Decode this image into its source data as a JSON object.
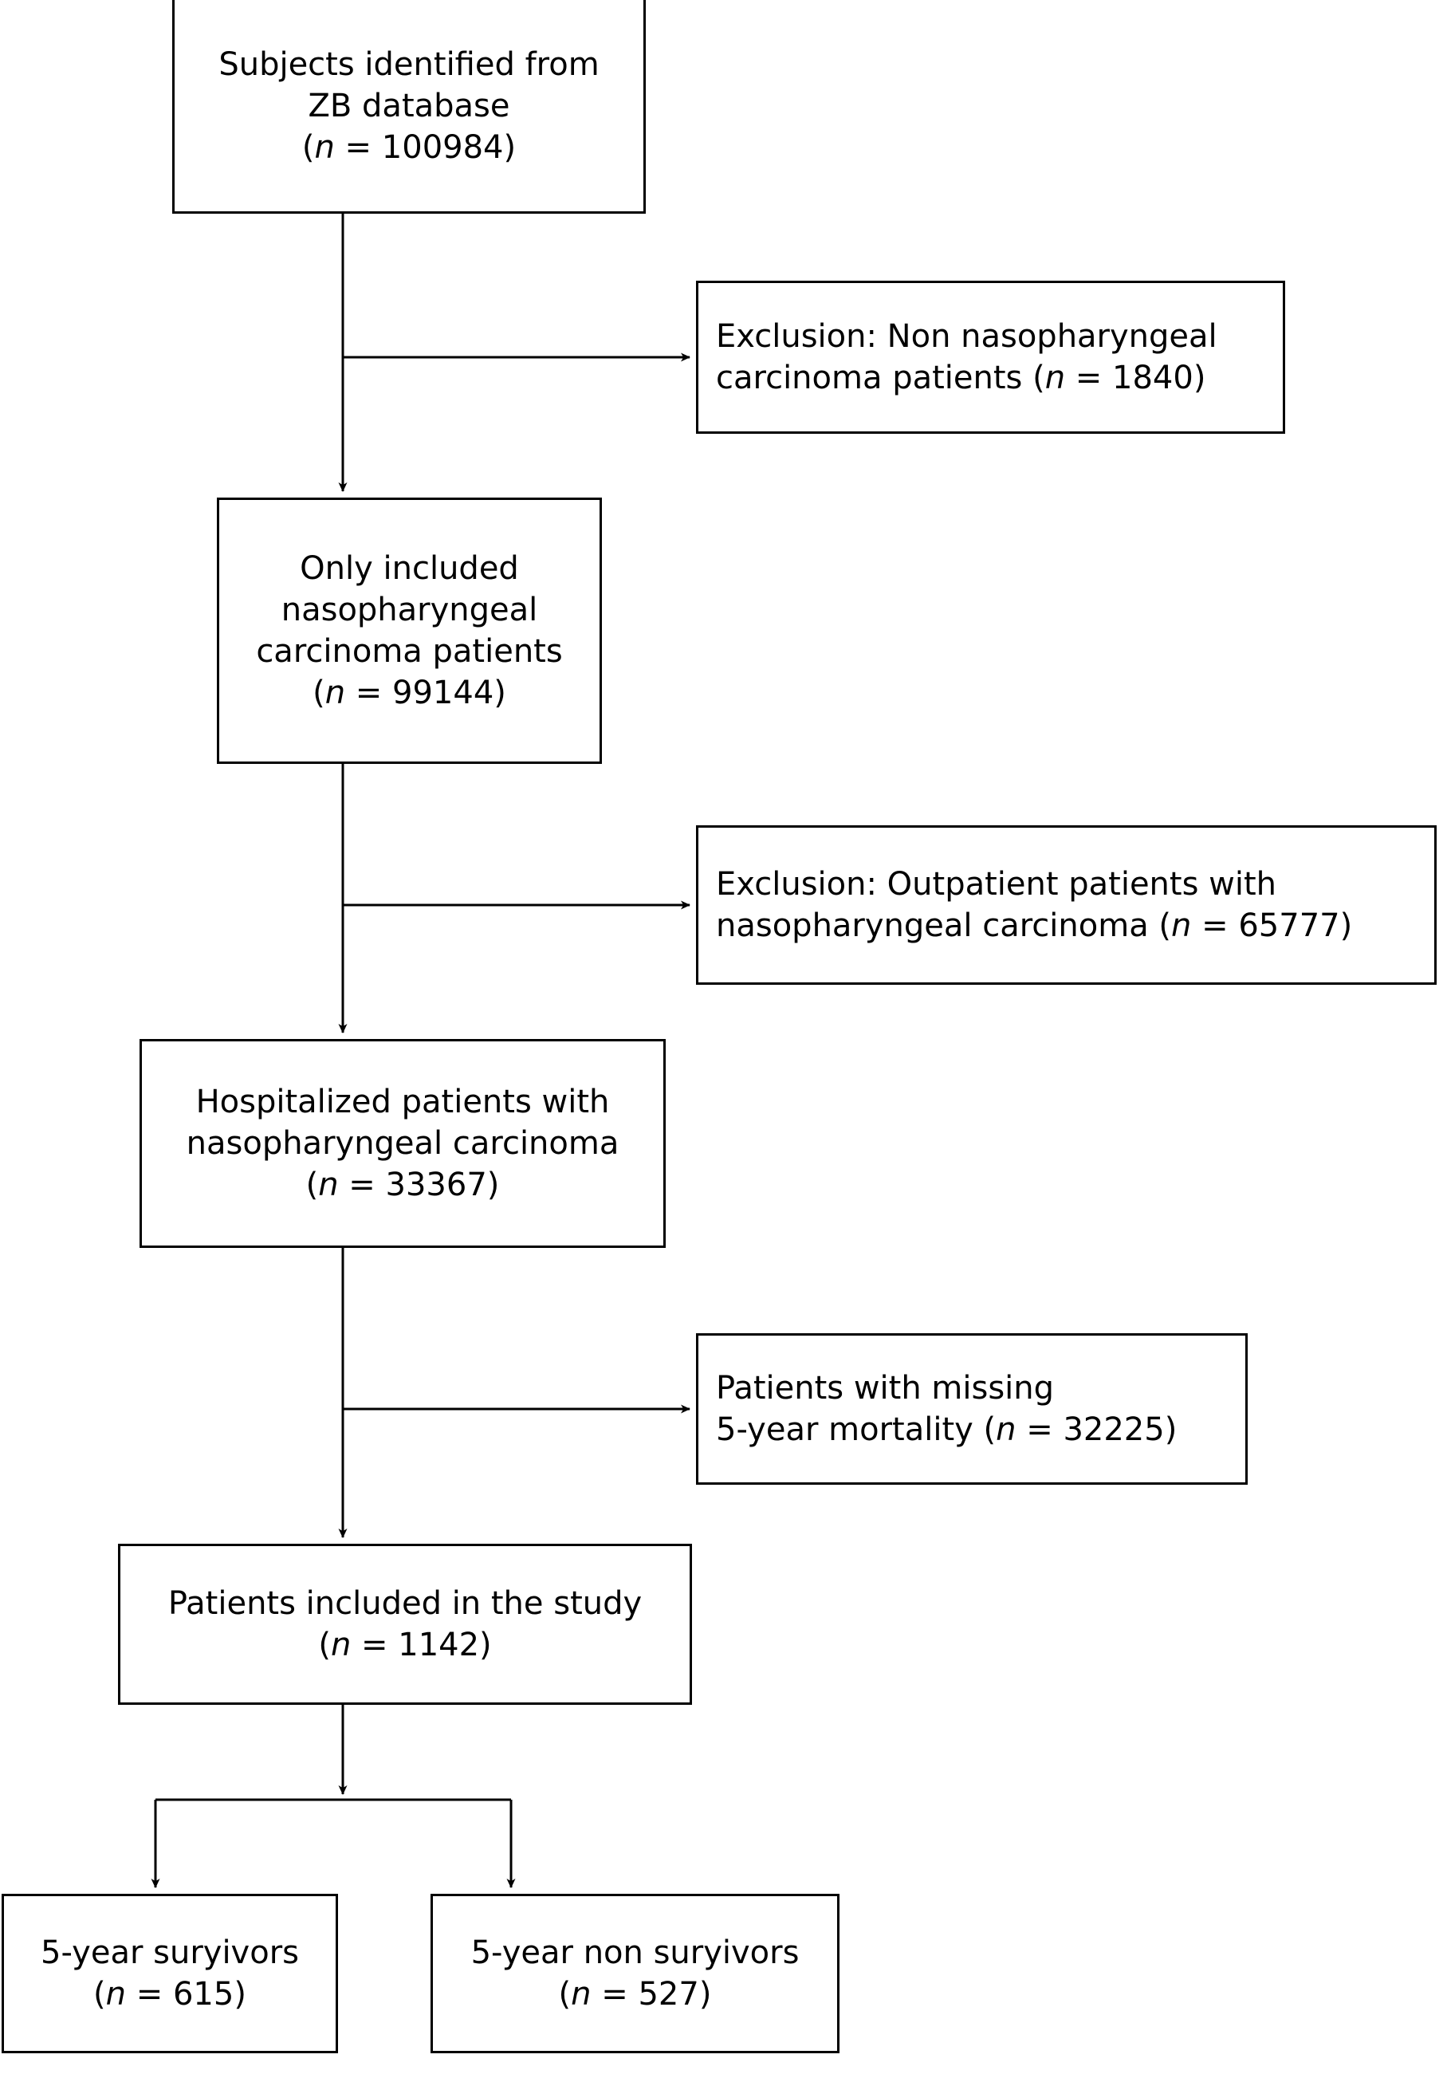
{
  "figure": {
    "type": "flowchart",
    "subtype": "study-participant-selection-flow",
    "orientation": "top-to-bottom",
    "line_color": "#000000",
    "box_fill": "#ffffff",
    "text_color": "#000000"
  },
  "nodes": {
    "source": {
      "id": "source",
      "align": "center",
      "lines": [
        "Subjects identified from",
        "ZB database"
      ],
      "count_prefix": "(",
      "count_italic": "n",
      "count_eq": " = ",
      "count_value": "100984",
      "count_suffix": ")"
    },
    "exclusion_1": {
      "id": "exclusion-1",
      "align": "left",
      "lines": [
        "Exclusion: Non nasopharyngeal"
      ],
      "tail_text": "carcinoma patients (",
      "count_italic": "n",
      "count_eq": " = ",
      "count_value": "1840",
      "count_suffix": ")"
    },
    "included_npc": {
      "id": "included-npc",
      "align": "center",
      "lines": [
        "Only included",
        "nasopharyngeal",
        "carcinoma patients"
      ],
      "count_prefix": "(",
      "count_italic": "n",
      "count_eq": " = ",
      "count_value": "99144",
      "count_suffix": ")"
    },
    "exclusion_2": {
      "id": "exclusion-2",
      "align": "left",
      "lines": [
        "Exclusion: Outpatient patients with"
      ],
      "tail_text": "nasopharyngeal carcinoma (",
      "count_italic": "n",
      "count_eq": " = ",
      "count_value": "65777",
      "count_suffix": ")"
    },
    "hospitalized": {
      "id": "hospitalized",
      "align": "center",
      "lines": [
        "Hospitalized patients with",
        "nasopharyngeal carcinoma"
      ],
      "count_prefix": "(",
      "count_italic": "n",
      "count_eq": " = ",
      "count_value": "33367",
      "count_suffix": ")"
    },
    "exclusion_3": {
      "id": "exclusion-3",
      "align": "left",
      "lines": [
        "Patients with missing"
      ],
      "tail_text": "5-year mortality (",
      "count_italic": "n",
      "count_eq": " = ",
      "count_value": "32225",
      "count_suffix": ")"
    },
    "included_study": {
      "id": "included-study",
      "align": "center",
      "lines": [
        "Patients included in the study"
      ],
      "count_prefix": "(",
      "count_italic": "n",
      "count_eq": " = ",
      "count_value": "1142",
      "count_suffix": ")"
    },
    "survivors": {
      "id": "survivors",
      "align": "center",
      "lines": [
        "5-year suryivors"
      ],
      "count_prefix": "(",
      "count_italic": "n",
      "count_eq": " = ",
      "count_value": "615",
      "count_suffix": ")"
    },
    "non_survivors": {
      "id": "non-survivors",
      "align": "center",
      "lines": [
        "5-year non suryivors"
      ],
      "count_prefix": "(",
      "count_italic": "n",
      "count_eq": " = ",
      "count_value": "527",
      "count_suffix": ")"
    }
  },
  "edges": [
    {
      "from": "source",
      "to": "included_npc",
      "kind": "vertical-arrow"
    },
    {
      "from": "source",
      "to": "exclusion_1",
      "kind": "branch-right-arrow"
    },
    {
      "from": "included_npc",
      "to": "hospitalized",
      "kind": "vertical-arrow"
    },
    {
      "from": "included_npc",
      "to": "exclusion_2",
      "kind": "branch-right-arrow"
    },
    {
      "from": "hospitalized",
      "to": "included_study",
      "kind": "vertical-arrow"
    },
    {
      "from": "hospitalized",
      "to": "exclusion_3",
      "kind": "branch-right-arrow"
    },
    {
      "from": "included_study",
      "to": "survivors",
      "kind": "split-arrow"
    },
    {
      "from": "included_study",
      "to": "non_survivors",
      "kind": "split-arrow"
    }
  ]
}
